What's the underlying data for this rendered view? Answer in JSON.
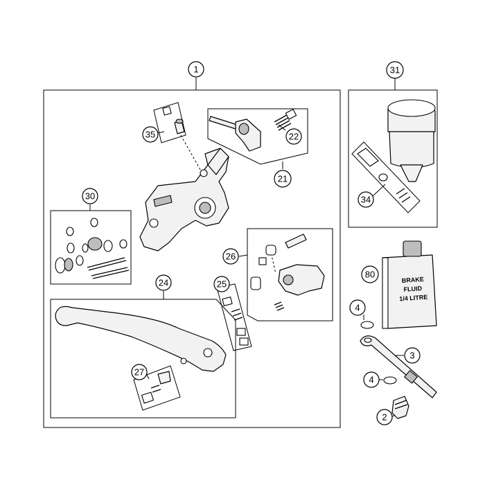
{
  "callouts": {
    "c1": "1",
    "c2": "2",
    "c3": "3",
    "c4a": "4",
    "c4b": "4",
    "c21": "21",
    "c22": "22",
    "c24": "24",
    "c25": "25",
    "c26": "26",
    "c27": "27",
    "c30": "30",
    "c31": "31",
    "c34": "34",
    "c35": "35",
    "c80": "80"
  },
  "bottle_label": {
    "line1": "BRAKE",
    "line2": "FLUID",
    "line3": "1/4 LITRE"
  }
}
